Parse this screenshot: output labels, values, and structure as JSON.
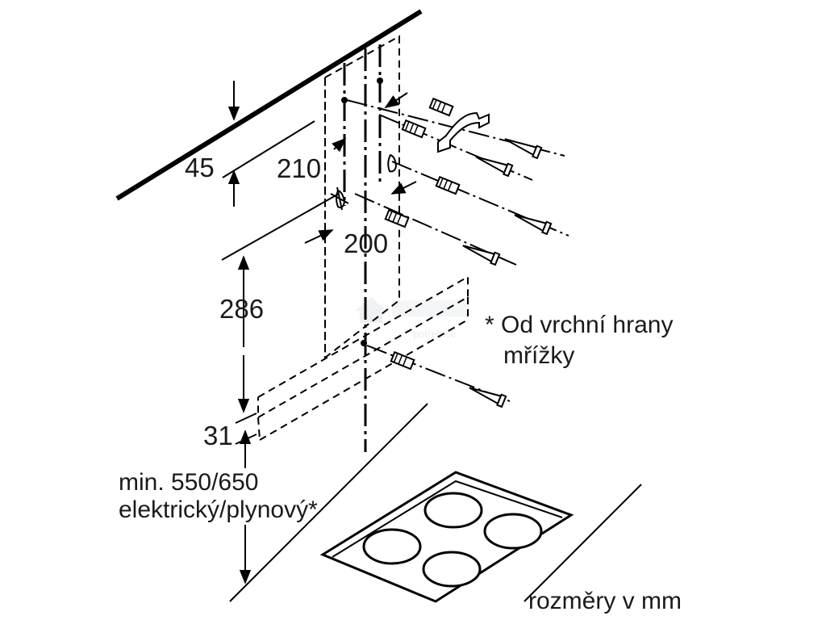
{
  "dimensions": {
    "d45": "45",
    "d210": "210",
    "d200": "200",
    "d286": "286",
    "d31": "31"
  },
  "min_clearance": {
    "line1": "min. 550/650",
    "line2": "elektrický/plynový*"
  },
  "footnote": {
    "line1": "* Od vrchní hrany",
    "line2": "mřížky"
  },
  "units_label": "rozměry v mm"
}
